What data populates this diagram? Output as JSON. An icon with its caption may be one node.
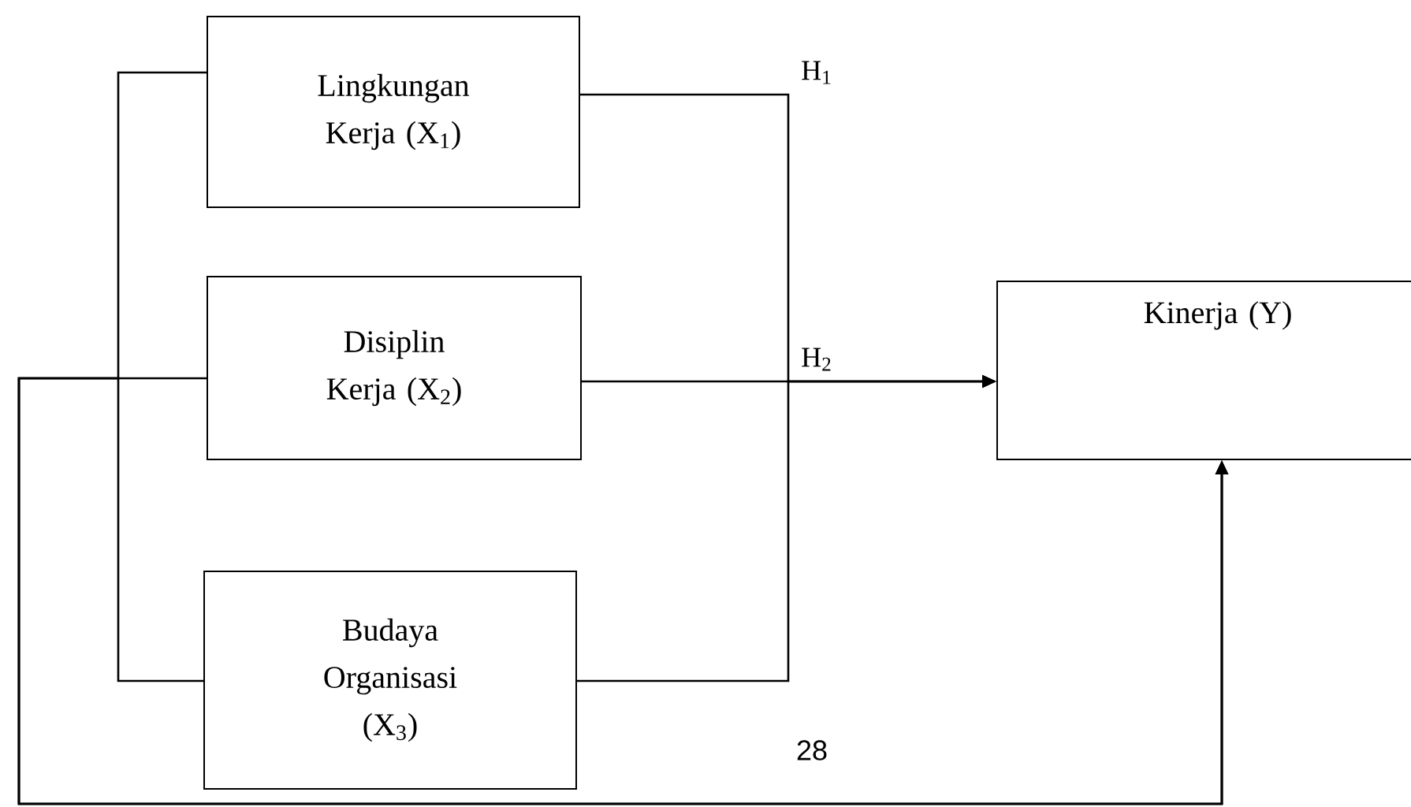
{
  "diagram": {
    "nodes": [
      {
        "text": [
          "Lingkungan Kerja (X$_{1}$)"
        ]
      },
      {
        "text": [
          "Disiplin Kerja (X$_{2}$)"
        ]
      },
      {
        "text": [
          "Budaya Organisasi (X$_{3}$)"
        ]
      },
      {
        "text": [
          "Kinerja (Y)"
        ]
      }
    ],
    "edges": [
      {
        "from": 0,
        "to": 3,
        "arrow": "to",
        "label": "H$_{1}$"
      },
      {
        "from": 1,
        "to": 3,
        "arrow": "to",
        "label": "H$_{2}$"
      },
      {
        "from": 2,
        "to": 3,
        "arrow": "to"
      },
      {
        "from": 0,
        "to": 3,
        "arrow": "to"
      },
      {
        "from": 1,
        "to": 3,
        "arrow": "to"
      },
      {
        "from": 2,
        "to": 3,
        "arrow": "to"
      }
    ],
    "labels": [
      "28"
    ]
  }
}
